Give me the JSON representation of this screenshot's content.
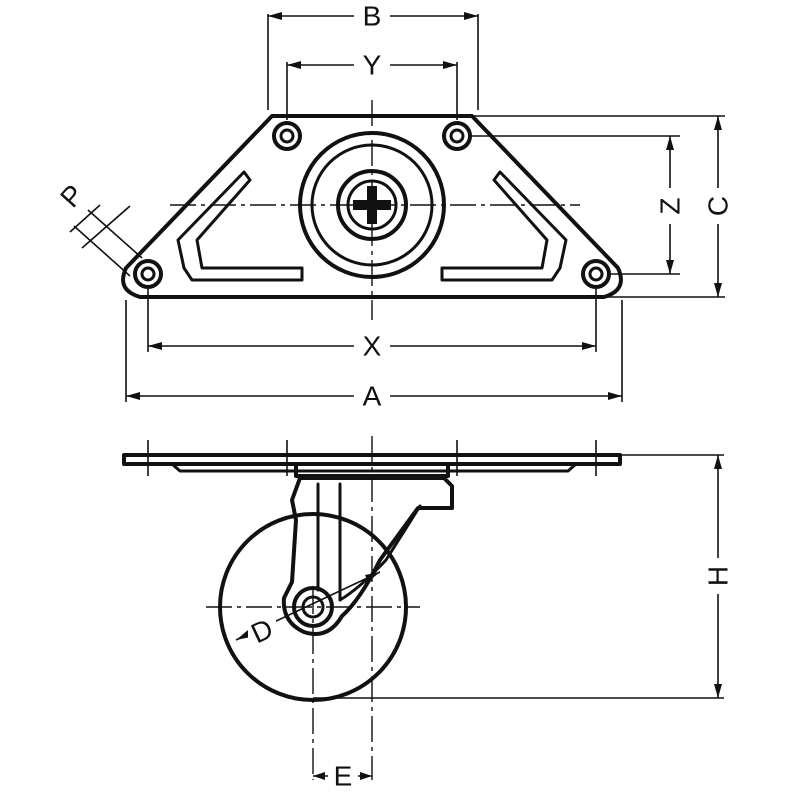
{
  "dimensions": {
    "A": "A",
    "B": "B",
    "C": "C",
    "D": "D",
    "E": "E",
    "H": "H",
    "P": "P",
    "X": "X",
    "Y": "Y",
    "Z": "Z"
  }
}
